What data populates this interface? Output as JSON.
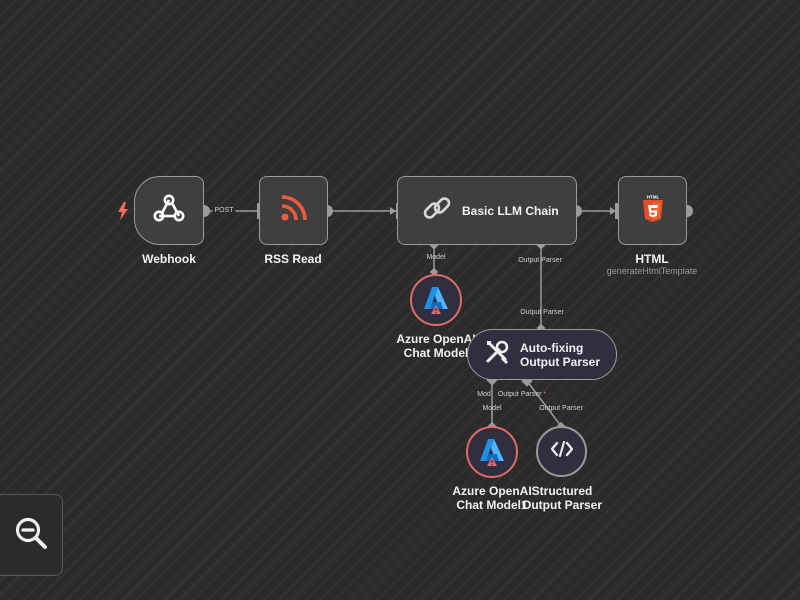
{
  "nodes": {
    "webhook": {
      "name": "Webhook",
      "icon": "webhook-icon"
    },
    "rss": {
      "name": "RSS Read",
      "icon": "rss-icon",
      "color": "#ee5a3c"
    },
    "llm_chain": {
      "name": "Basic LLM Chain",
      "icon": "link-icon"
    },
    "html": {
      "name": "HTML",
      "subtitle": "generateHtmlTemplate",
      "icon": "html5-icon",
      "badge": "HTML",
      "color": "#e44d26"
    },
    "azure1": {
      "name_line1": "Azure OpenAI",
      "name_line2": "Chat Model",
      "icon": "azure-icon",
      "warning": true
    },
    "autofix": {
      "name_line1": "Auto-fixing",
      "name_line2": "Output Parser",
      "icon": "tools-icon"
    },
    "azure2": {
      "name_line1": "Azure OpenAI",
      "name_line2": "Chat Model1",
      "icon": "azure-icon",
      "warning": true
    },
    "structured": {
      "name_line1": "Structured",
      "name_line2": "Output Parser",
      "icon": "code-icon"
    }
  },
  "edges": {
    "webhook_to_rss": "POST"
  },
  "ports": {
    "chain_model": "Model",
    "chain_output_parser": "Output Parser",
    "autofix_output_parser_in": "Output Parser",
    "autofix_model": "Model",
    "autofix_output_parser": "Output Parser",
    "autofix_required_mark": "*",
    "azure2_model": "Model",
    "structured_output_parser": "Output Parser"
  },
  "colors": {
    "canvas": "#2b2b2b",
    "node_border": "#9b9b9b",
    "warning": "#e46a6a",
    "trigger": "#ff6d5a",
    "azure_blue": "#1f8fe8"
  }
}
